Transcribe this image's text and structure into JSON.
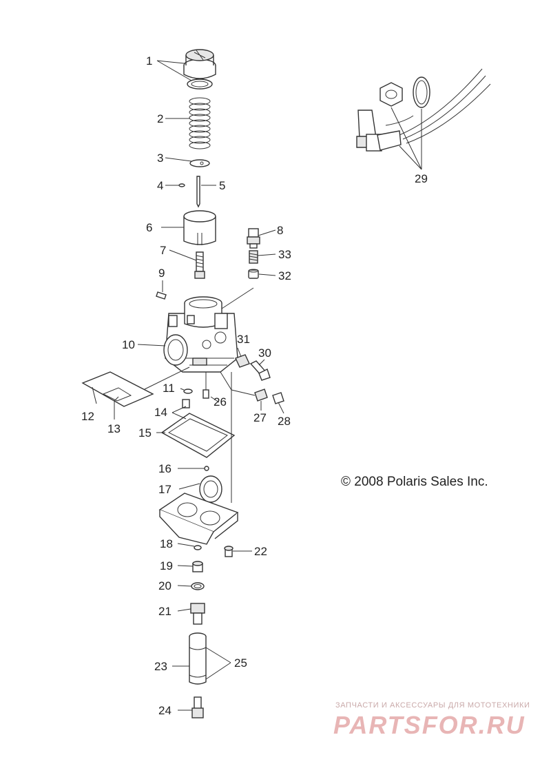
{
  "copyright": "© 2008 Polaris Sales Inc.",
  "watermark": {
    "tagline": "ЗАПЧАСТИ И АКСЕССУАРЫ ДЛЯ МОТОТЕХНИКИ",
    "brand": "PARTSFOR.RU"
  },
  "callouts": {
    "c1": "1",
    "c2": "2",
    "c3": "3",
    "c4": "4",
    "c5": "5",
    "c6": "6",
    "c7": "7",
    "c8": "8",
    "c9": "9",
    "c10": "10",
    "c11": "11",
    "c12": "12",
    "c13": "13",
    "c14": "14",
    "c15": "15",
    "c16": "16",
    "c17": "17",
    "c18": "18",
    "c19": "19",
    "c20": "20",
    "c21": "21",
    "c22": "22",
    "c23": "23",
    "c24": "24",
    "c25": "25",
    "c26": "26",
    "c27": "27",
    "c28": "28",
    "c29": "29",
    "c30": "30",
    "c31": "31",
    "c32": "32",
    "c33": "33"
  }
}
